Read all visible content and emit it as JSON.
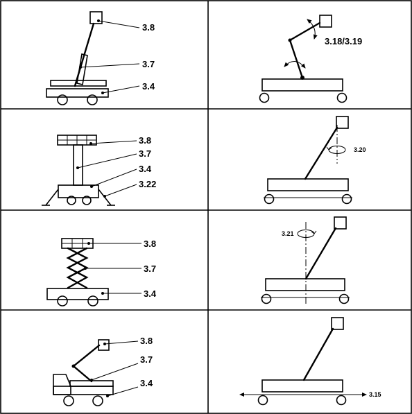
{
  "labels": {
    "p1_platform": "3.8",
    "p1_extending": "3.7",
    "p1_chassis": "3.4",
    "p2_rotation": "3.18/3.19",
    "p3_platform": "3.8",
    "p3_extending": "3.7",
    "p3_chassis": "3.4",
    "p3_outrigger": "3.22",
    "p4_rotation": "3.20",
    "p5_platform": "3.8",
    "p5_extending": "3.7",
    "p5_chassis": "3.4",
    "p6_rotation": "3.21",
    "p7_platform": "3.8",
    "p7_extending": "3.7",
    "p7_chassis": "3.4",
    "p8_travel": "3.15"
  }
}
